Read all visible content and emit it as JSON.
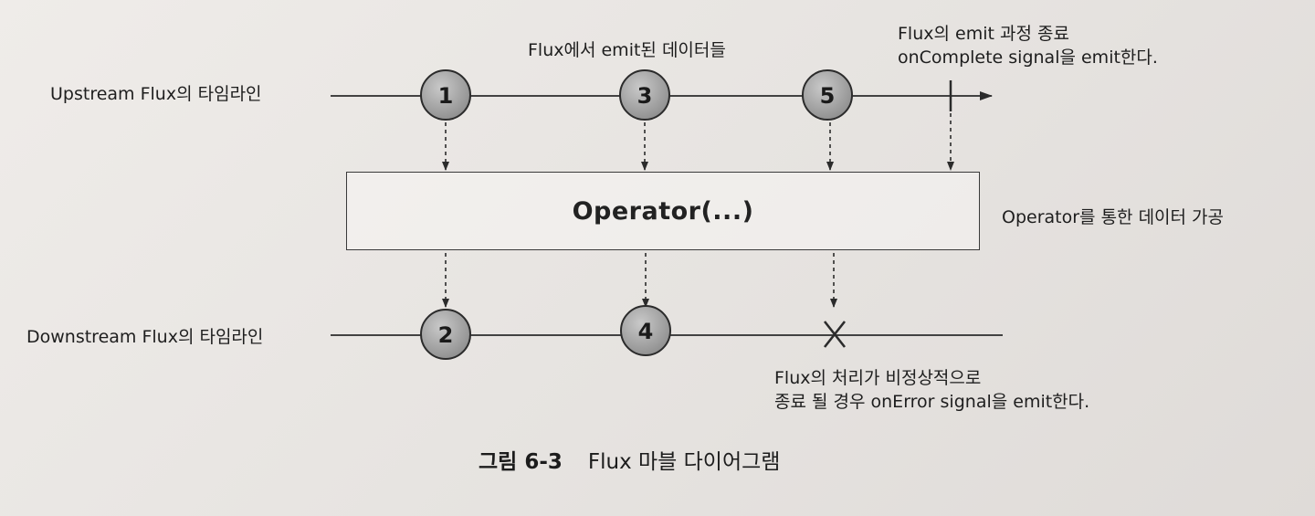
{
  "upstream": {
    "label": "Upstream Flux의 타임라인",
    "marbles": [
      "1",
      "3",
      "5"
    ]
  },
  "downstream": {
    "label": "Downstream Flux의 타임라인",
    "marbles": [
      "2",
      "4"
    ]
  },
  "annotations": {
    "emitted_data": "Flux에서 emit된 데이터들",
    "complete_line1": "Flux의 emit 과정 종료",
    "complete_line2": "onComplete signal을 emit한다.",
    "operator_desc": "Operator를 통한 데이터 가공",
    "error_line1": "Flux의 처리가 비정상적으로",
    "error_line2": "종료 될 경우 onError signal을 emit한다."
  },
  "operator": {
    "label": "Operator(...)"
  },
  "caption": {
    "number": "그림 6-3",
    "title": "Flux 마블 다이어그램"
  },
  "colors": {
    "marble_fill": "#a3a3a3",
    "marble_stroke": "#2b2b2b",
    "line": "#2b2b2b"
  }
}
